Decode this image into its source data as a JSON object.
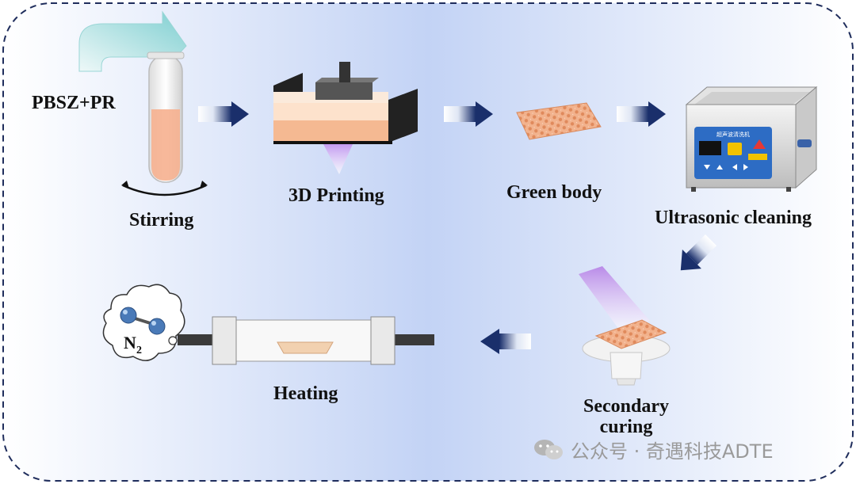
{
  "input_label": "PBSZ+PR",
  "steps": {
    "stirring": "Stirring",
    "printing": "3D Printing",
    "green_body": "Green body",
    "ultrasonic": "Ultrasonic cleaning",
    "secondary_line1": "Secondary",
    "secondary_line2": "curing",
    "heating": "Heating"
  },
  "gas": {
    "symbol": "N",
    "subscript": "2"
  },
  "cleaner_panel_text": "超声波清洗机",
  "watermark": "公众号 · 奇遇科技ADTE",
  "colors": {
    "border": "#1f2d5c",
    "arrow_dark": "#1a2f6b",
    "resin": "#f6b08f",
    "uv": "#b98ae8",
    "cleaner_panel": "#2d6cc4"
  }
}
